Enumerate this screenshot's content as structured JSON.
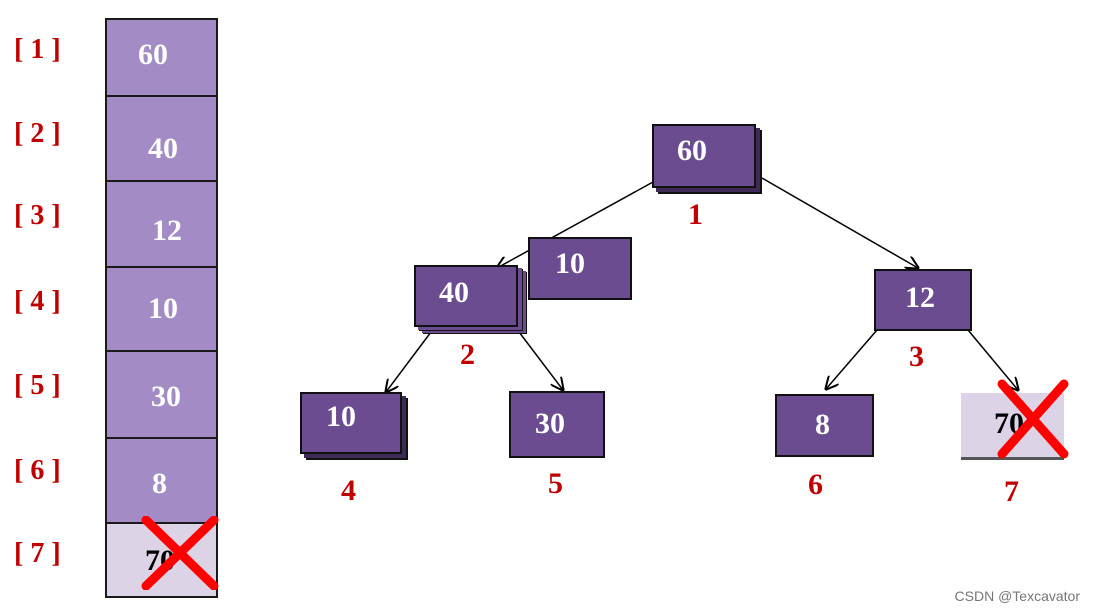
{
  "array": {
    "indices": [
      "[ 1 ]",
      "[ 2 ]",
      "[ 3 ]",
      "[ 4 ]",
      "[ 5 ]",
      "[ 6 ]",
      "[ 7 ]"
    ],
    "values": [
      "60",
      "40",
      "12",
      "10",
      "30",
      "8",
      "70"
    ],
    "removed_index": 7
  },
  "tree": {
    "nodes": {
      "n1": "60",
      "n2": "40",
      "n3": "12",
      "n4": "10",
      "n5": "30",
      "n6": "8",
      "n7": "70",
      "moving": "10"
    },
    "labels": {
      "l1": "1",
      "l2": "2",
      "l3": "3",
      "l4": "4",
      "l5": "5",
      "l6": "6",
      "l7": "7"
    }
  },
  "colors": {
    "cell_fill": "#a38bc5",
    "node_fill": "#6b4c90",
    "removed_fill": "#dcd4e6",
    "index_red": "#c00000",
    "cross_red": "#ff0000"
  },
  "watermark": "CSDN @Texcavator"
}
